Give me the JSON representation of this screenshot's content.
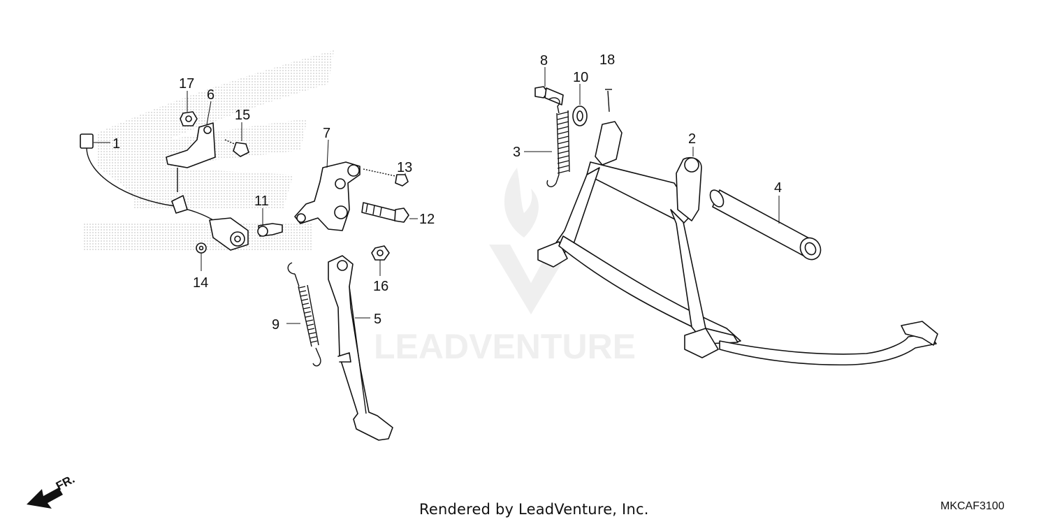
{
  "diagram": {
    "footer_credit": "Rendered by LeadVenture, Inc.",
    "diagram_code": "MKCAF3100",
    "direction_label": "FR.",
    "watermark_text": "LEADVENTURE",
    "callouts": [
      "1",
      "2",
      "3",
      "4",
      "5",
      "6",
      "7",
      "8",
      "9",
      "10",
      "11",
      "12",
      "13",
      "14",
      "15",
      "16",
      "17",
      "18"
    ]
  }
}
